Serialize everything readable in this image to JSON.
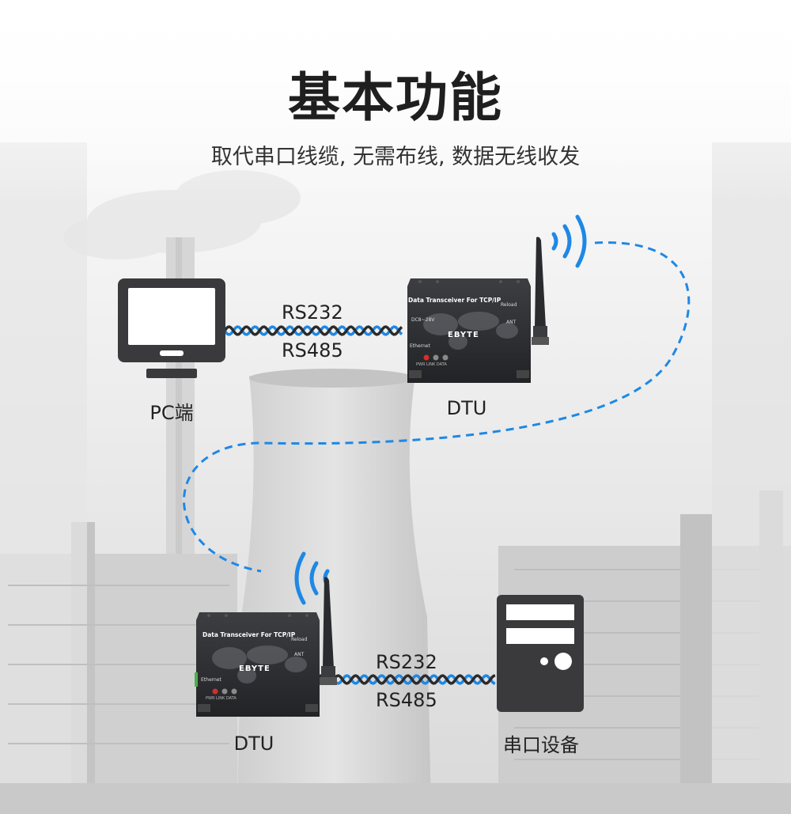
{
  "title": "基本功能",
  "subtitle": "取代串口线缆, 无需布线, 数据无线收发",
  "nodes": {
    "pc_label": "PC端",
    "dtu_top_label": "DTU",
    "dtu_bottom_label": "DTU",
    "serial_device_label": "串口设备"
  },
  "links": {
    "top_rs232": "RS232",
    "top_rs485": "RS485",
    "bottom_rs232": "RS232",
    "bottom_rs485": "RS485"
  },
  "device": {
    "panel_title": "Data Transceiver For TCP/IP",
    "reload": "Reload",
    "ant": "ANT",
    "power": "DC8~28V",
    "brand": "EBYTE",
    "ethernet": "Ethernet",
    "leds": "PWR LINK DATA"
  },
  "colors": {
    "accent_blue": "#1e88e5",
    "device_dark": "#2f3033",
    "icon_dark": "#3a3a3c"
  }
}
